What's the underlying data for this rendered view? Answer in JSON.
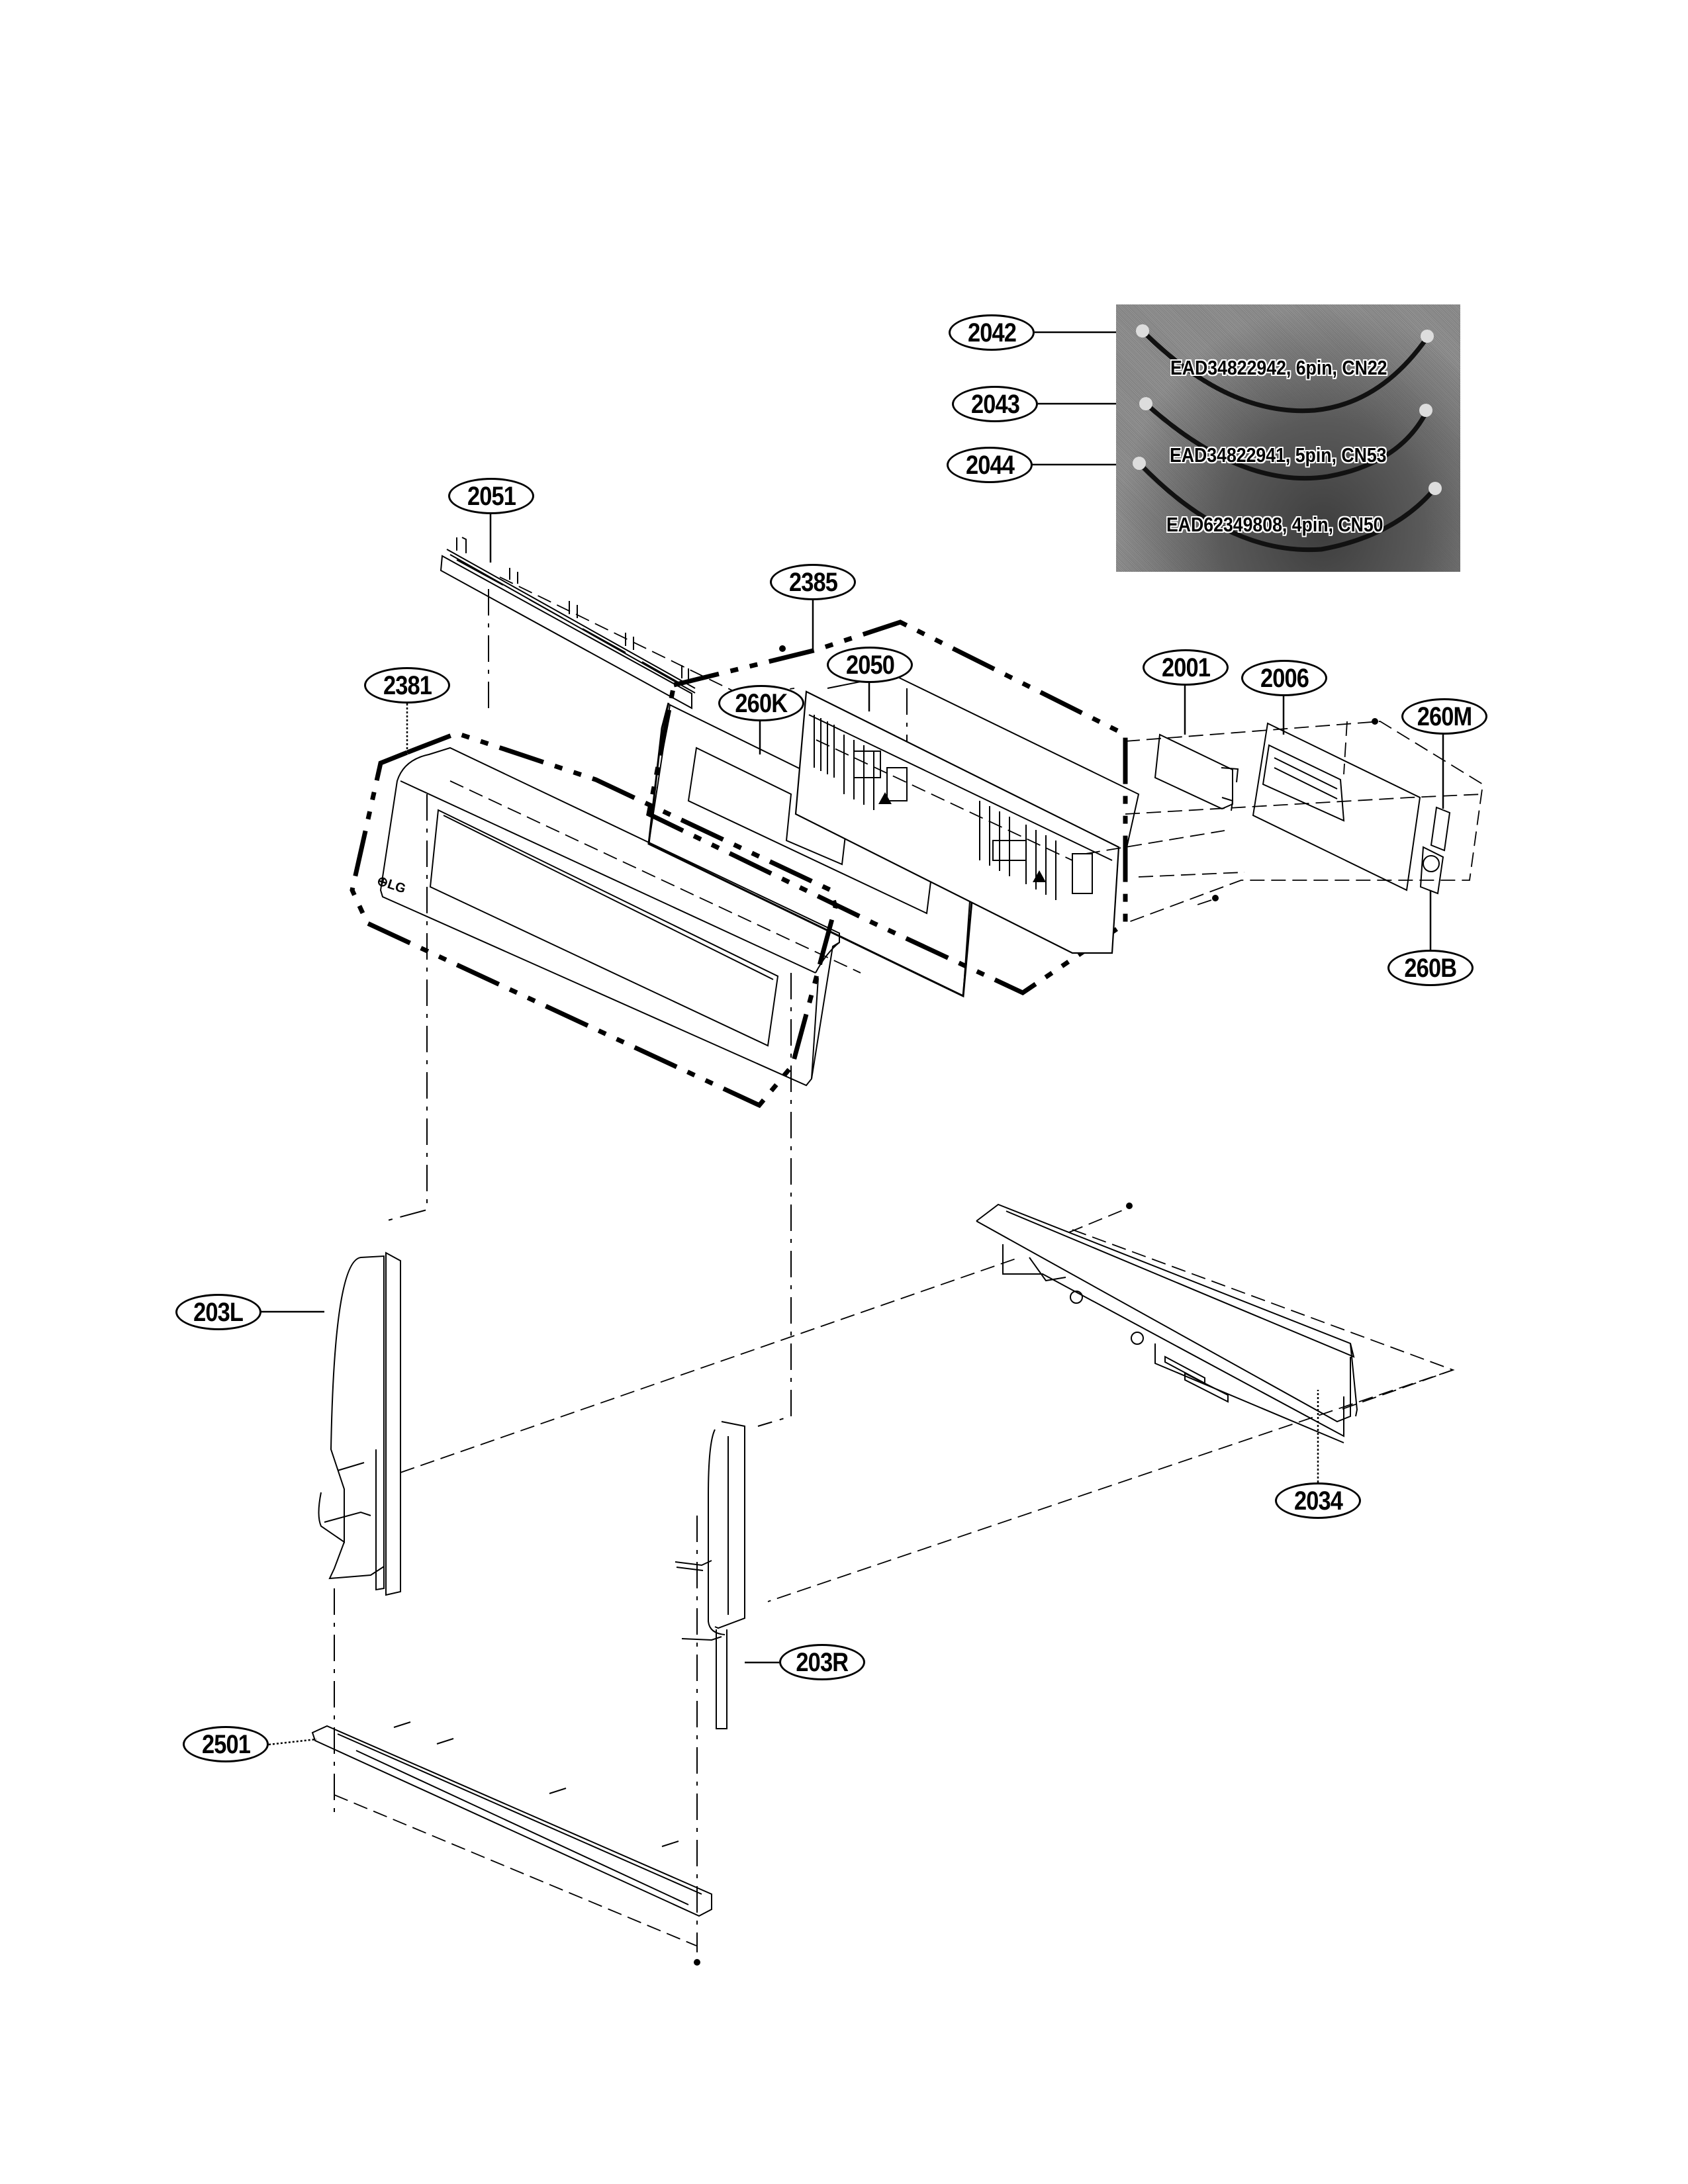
{
  "diagram": {
    "type": "exploded-parts-diagram",
    "subject": "control panel assembly",
    "callouts": [
      {
        "id": "2042",
        "label": "2042"
      },
      {
        "id": "2043",
        "label": "2043"
      },
      {
        "id": "2044",
        "label": "2044"
      },
      {
        "id": "2051",
        "label": "2051"
      },
      {
        "id": "2385",
        "label": "2385"
      },
      {
        "id": "2050",
        "label": "2050"
      },
      {
        "id": "260K",
        "label": "260K"
      },
      {
        "id": "2381",
        "label": "2381"
      },
      {
        "id": "2001",
        "label": "2001"
      },
      {
        "id": "2006",
        "label": "2006"
      },
      {
        "id": "260M",
        "label": "260M"
      },
      {
        "id": "260B",
        "label": "260B"
      },
      {
        "id": "203L",
        "label": "203L"
      },
      {
        "id": "2034",
        "label": "2034"
      },
      {
        "id": "203R",
        "label": "203R"
      },
      {
        "id": "2501",
        "label": "2501"
      }
    ],
    "harness_inset": {
      "items": [
        {
          "callout": "2042",
          "text": "EAD34822942, 6pin, CN22"
        },
        {
          "callout": "2043",
          "text": "EAD34822941, 5pin, CN53"
        },
        {
          "callout": "2044",
          "text": "EAD62349808, 4pin, CN50"
        }
      ]
    },
    "logo_text": "LG"
  }
}
